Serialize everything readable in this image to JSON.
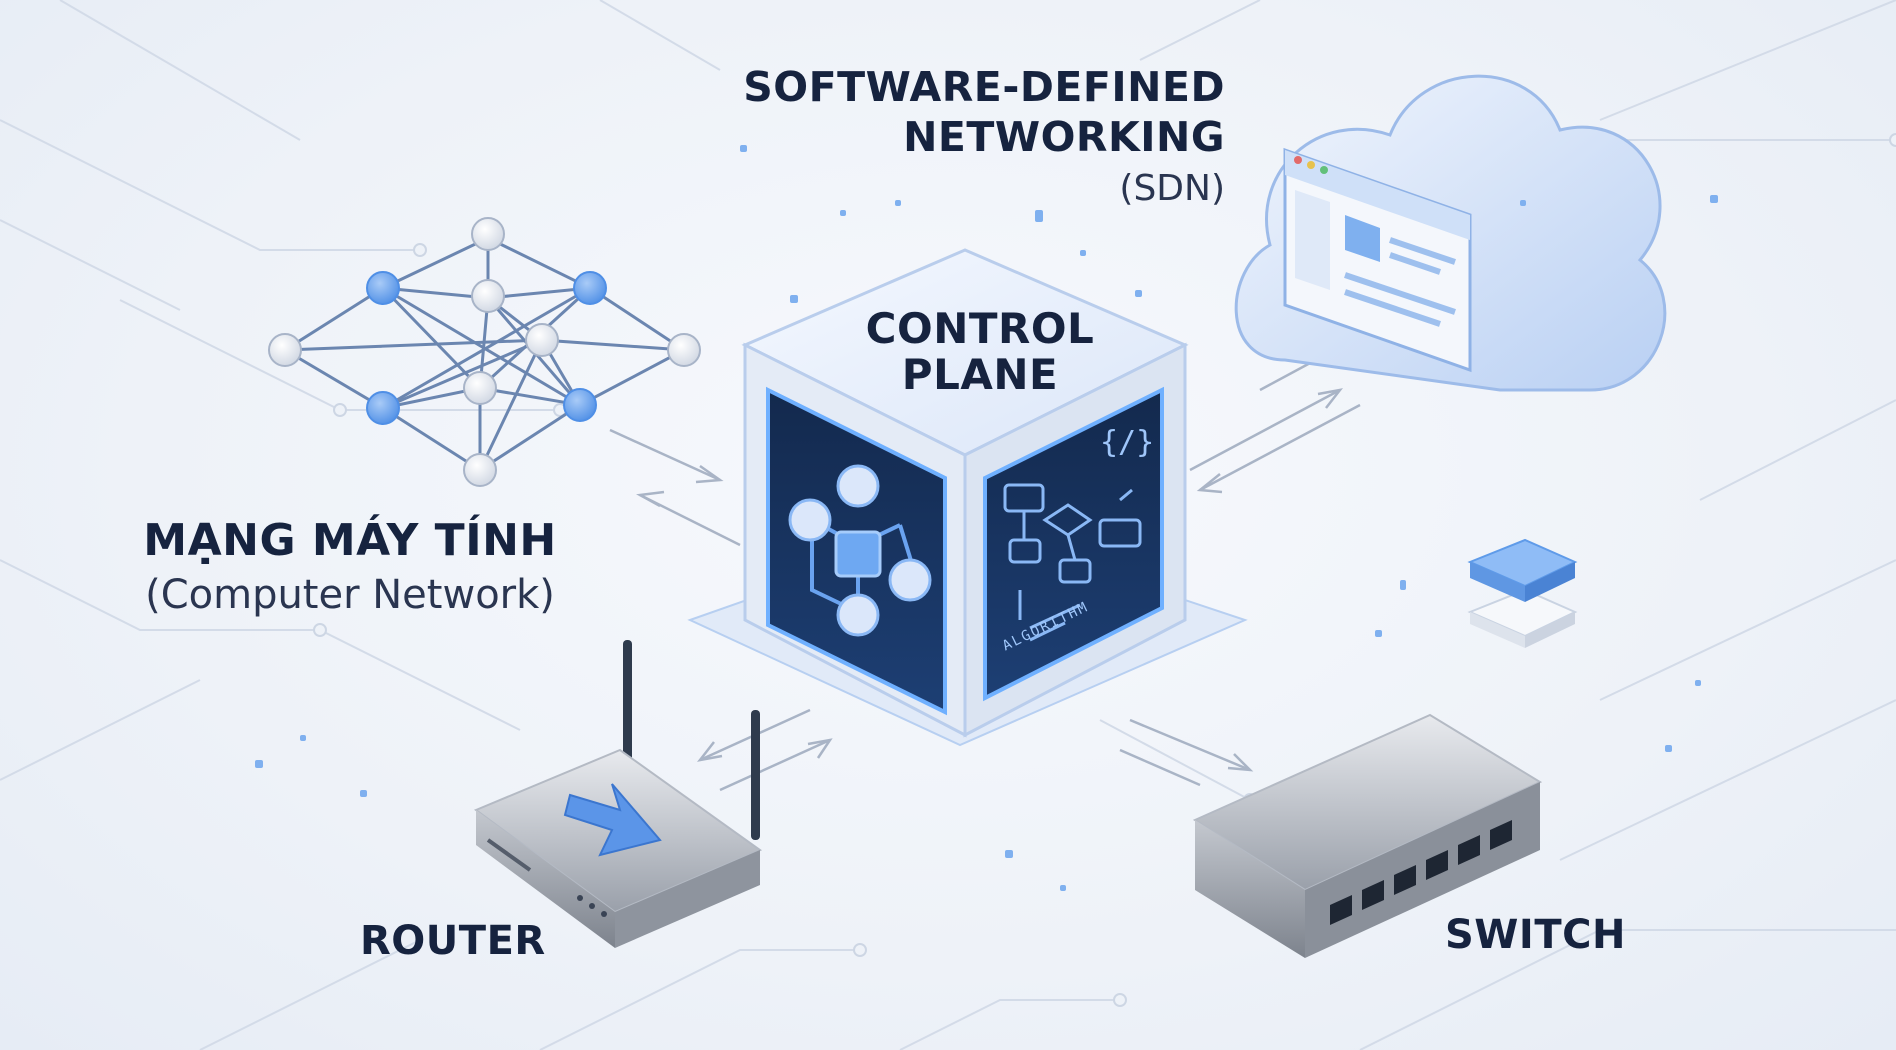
{
  "sdn": {
    "title_line1": "SOFTWARE-DEFINED",
    "title_line2": "NETWORKING",
    "abbr": "(SDN)"
  },
  "control_plane": {
    "line1": "CONTROL",
    "line2": "PLANE",
    "code_symbol": "{/}",
    "panel_caption": "ALGORITHM"
  },
  "computer_network": {
    "title": "MẠNG MÁY TÍNH",
    "subtitle": "(Computer Network)"
  },
  "router": {
    "label": "ROUTER"
  },
  "switch": {
    "label": "SWITCH"
  },
  "colors": {
    "accent": "#5b95e8",
    "ink": "#16233f",
    "circuit": "#cfd8e6",
    "device": "#c8ccd4"
  }
}
